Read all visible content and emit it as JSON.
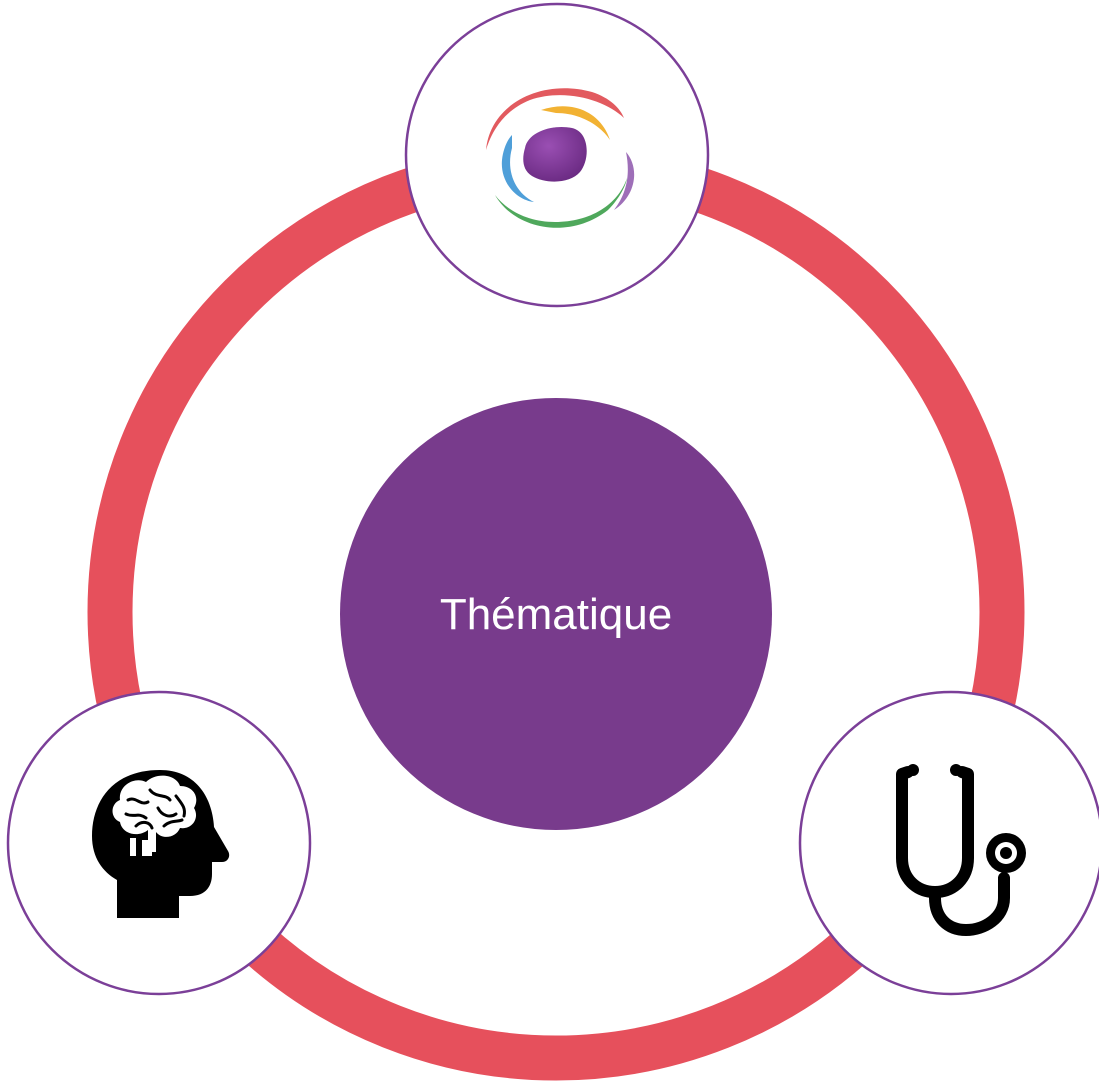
{
  "center": {
    "label": "Thématique"
  },
  "colors": {
    "ring": "#E6505C",
    "center_fill": "#783B8C",
    "satellite_border": "#7B3F98",
    "satellite_fill": "#FFFFFF",
    "center_text": "#FFFFFF",
    "icon": "#000000"
  },
  "nodes": [
    {
      "id": "top",
      "icon": "colorful-swirl-logo-icon"
    },
    {
      "id": "bottom-left",
      "icon": "head-with-brain-icon"
    },
    {
      "id": "bottom-right",
      "icon": "stethoscope-icon"
    }
  ]
}
